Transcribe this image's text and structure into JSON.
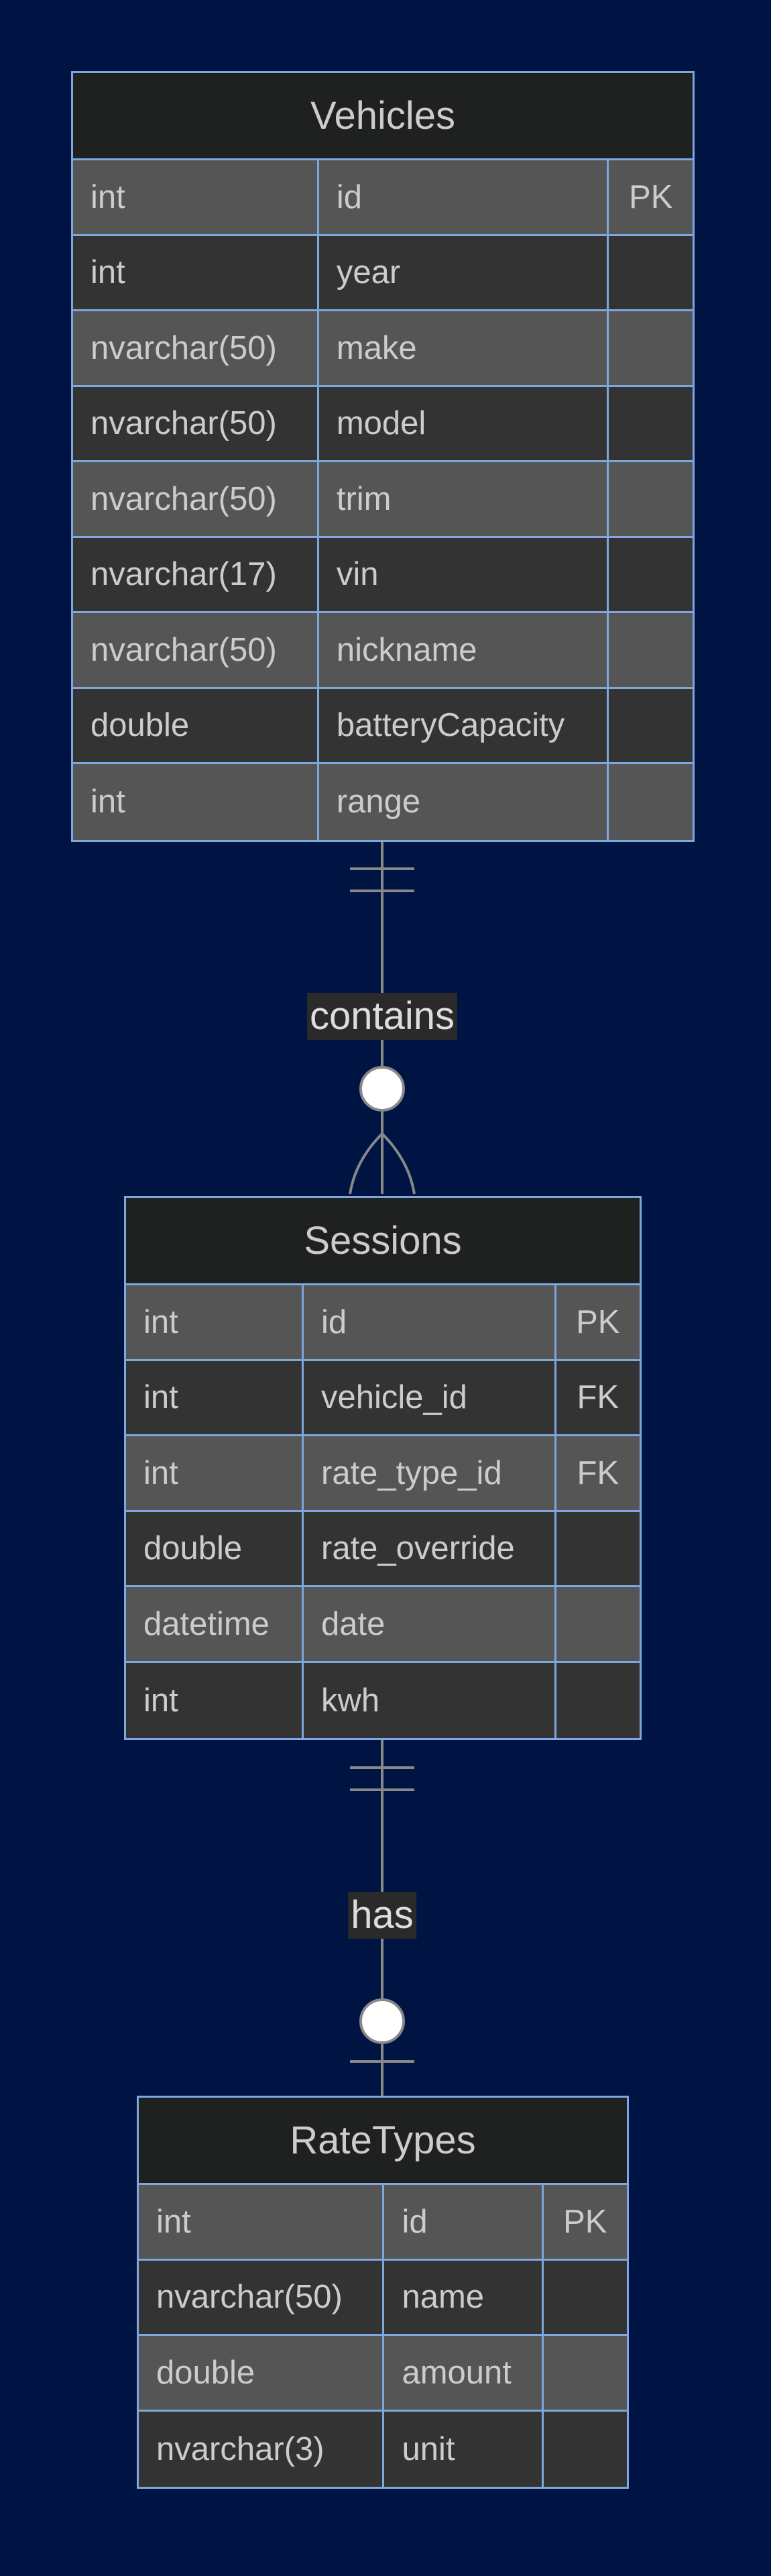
{
  "entities": {
    "vehicles": {
      "title": "Vehicles",
      "rows": [
        {
          "type": "int",
          "name": "id",
          "key": "PK"
        },
        {
          "type": "int",
          "name": "year",
          "key": ""
        },
        {
          "type": "nvarchar(50)",
          "name": "make",
          "key": ""
        },
        {
          "type": "nvarchar(50)",
          "name": "model",
          "key": ""
        },
        {
          "type": "nvarchar(50)",
          "name": "trim",
          "key": ""
        },
        {
          "type": "nvarchar(17)",
          "name": "vin",
          "key": ""
        },
        {
          "type": "nvarchar(50)",
          "name": "nickname",
          "key": ""
        },
        {
          "type": "double",
          "name": "batteryCapacity",
          "key": ""
        },
        {
          "type": "int",
          "name": "range",
          "key": ""
        }
      ]
    },
    "sessions": {
      "title": "Sessions",
      "rows": [
        {
          "type": "int",
          "name": "id",
          "key": "PK"
        },
        {
          "type": "int",
          "name": "vehicle_id",
          "key": "FK"
        },
        {
          "type": "int",
          "name": "rate_type_id",
          "key": "FK"
        },
        {
          "type": "double",
          "name": "rate_override",
          "key": ""
        },
        {
          "type": "datetime",
          "name": "date",
          "key": ""
        },
        {
          "type": "int",
          "name": "kwh",
          "key": ""
        }
      ]
    },
    "ratetypes": {
      "title": "RateTypes",
      "rows": [
        {
          "type": "int",
          "name": "id",
          "key": "PK"
        },
        {
          "type": "nvarchar(50)",
          "name": "name",
          "key": ""
        },
        {
          "type": "double",
          "name": "amount",
          "key": ""
        },
        {
          "type": "nvarchar(3)",
          "name": "unit",
          "key": ""
        }
      ]
    }
  },
  "relationships": {
    "vehicles_sessions": {
      "label": "contains",
      "from_cardinality": "exactly-one",
      "to_cardinality": "zero-or-many"
    },
    "sessions_ratetypes": {
      "label": "has",
      "from_cardinality": "exactly-one",
      "to_cardinality": "zero-or-one"
    }
  },
  "colors": {
    "background": "#001443",
    "border": "#7ea7e0",
    "header": "#1f2020",
    "row_light": "#555555",
    "row_dark": "#333333",
    "text": "#cccccc",
    "connector": "#888888"
  }
}
